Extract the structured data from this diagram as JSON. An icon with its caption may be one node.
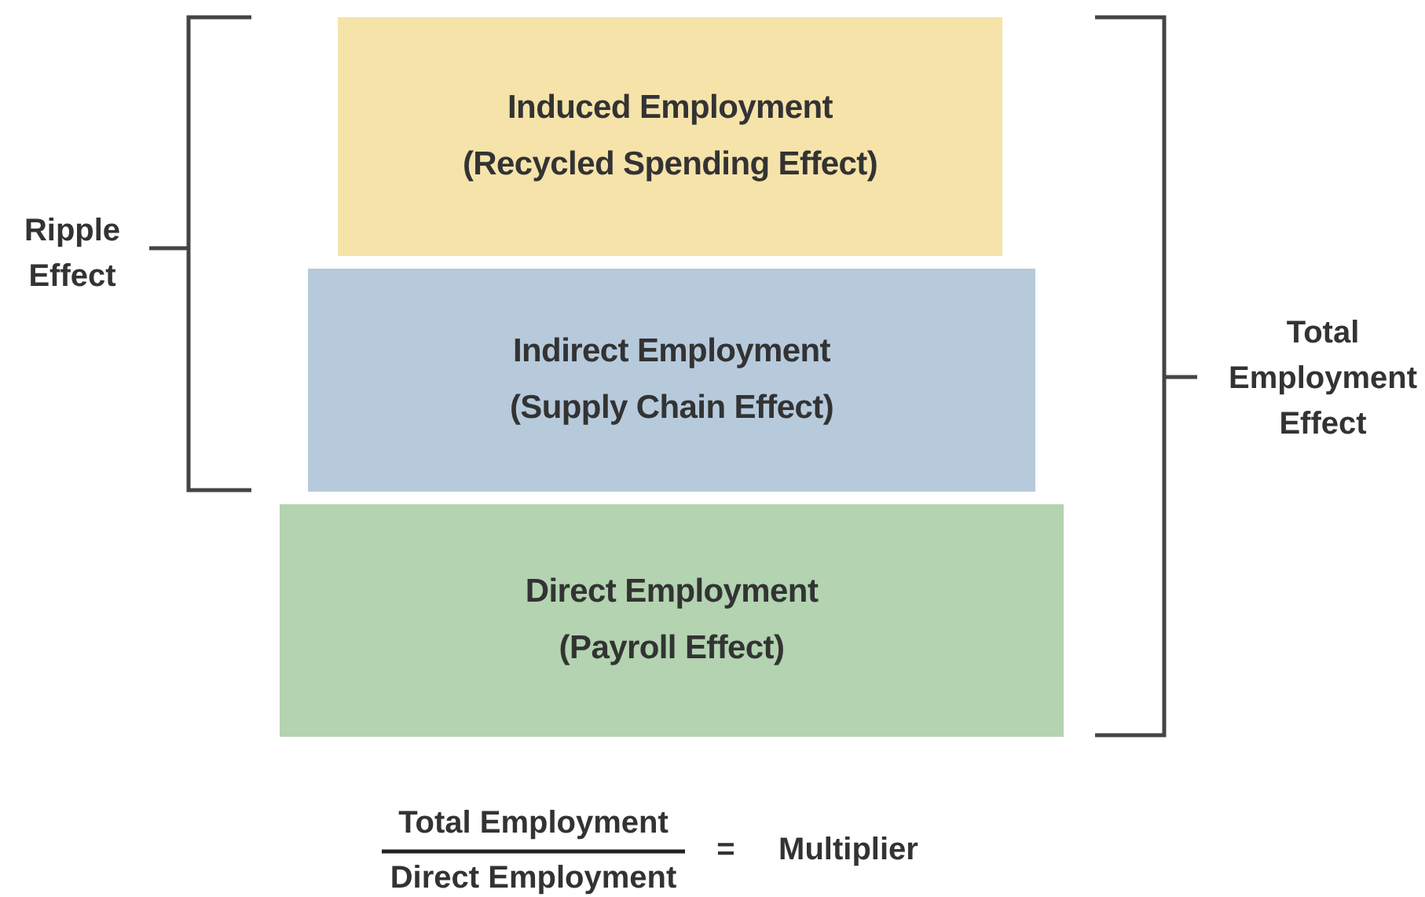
{
  "diagram": {
    "nodes": [
      {
        "text": [
          "Induced Employment",
          "(Recycled Spending Effect)"
        ]
      },
      {
        "text": [
          "Indirect Employment",
          "(Supply Chain Effect)"
        ]
      },
      {
        "text": [
          "Direct Employment",
          "(Payroll Effect)"
        ]
      }
    ],
    "labels": [
      "Ripple Effect",
      "Total Employment Effect",
      "Total Employment",
      "Direct Employment",
      "=",
      "Multiplier"
    ]
  }
}
